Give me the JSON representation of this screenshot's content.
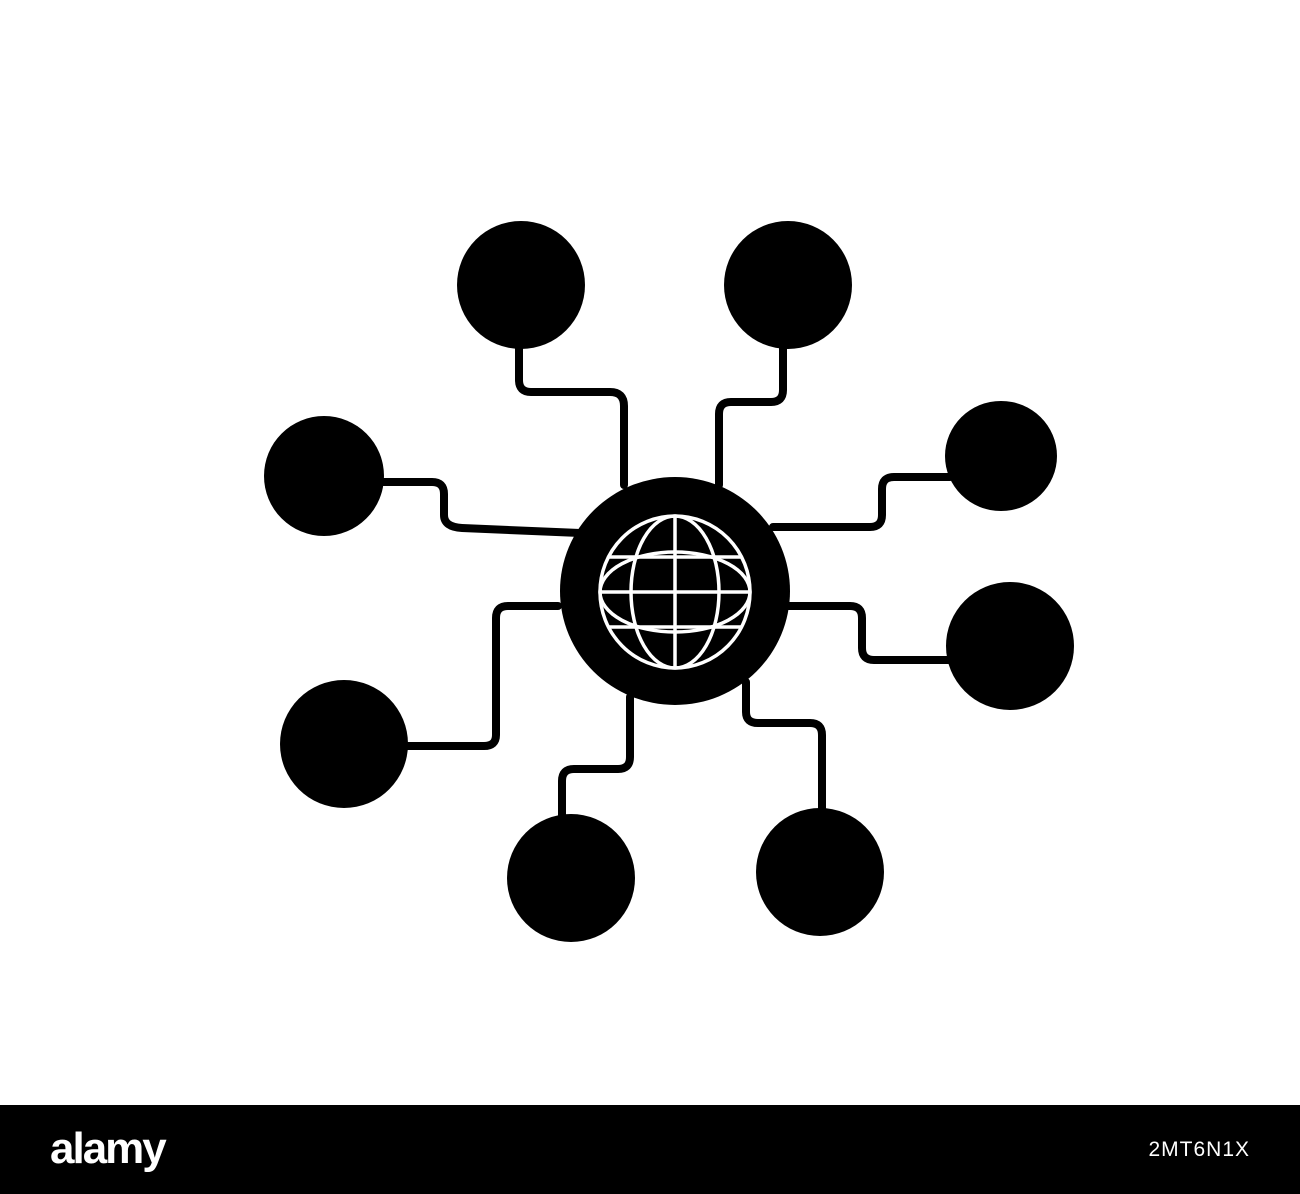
{
  "diagram": {
    "type": "hub-and-spoke network",
    "hub_icon": "globe-icon",
    "node_count": 8,
    "colors": {
      "fill": "#000000",
      "background": "#ffffff",
      "globe_lines": "#ffffff"
    }
  },
  "watermark": {
    "brand": "alamy",
    "image_id": "2MT6N1X",
    "bar_color": "#000000",
    "text_color": "#ffffff"
  }
}
